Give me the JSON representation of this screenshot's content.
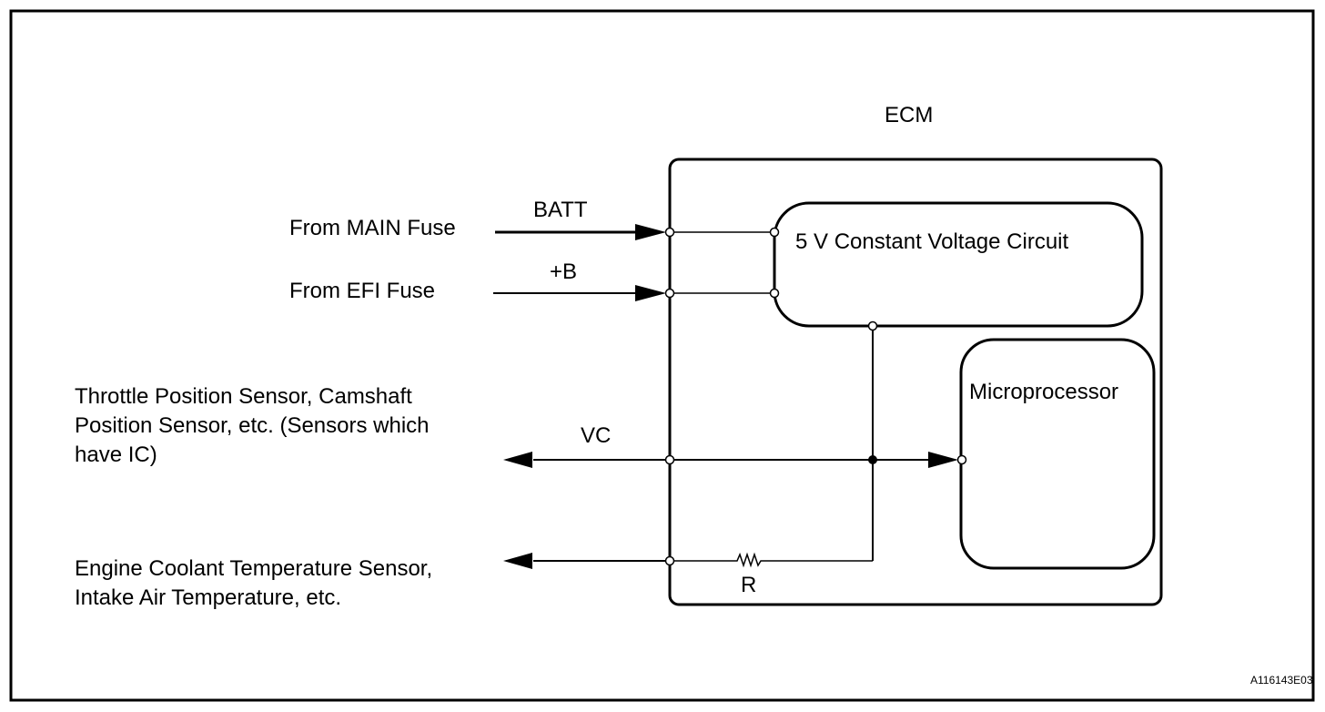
{
  "diagram": {
    "title_ecm": "ECM",
    "blocks": {
      "constant_voltage": "5 V Constant Voltage Circuit",
      "microprocessor": "Microprocessor"
    },
    "signals": {
      "batt": "BATT",
      "plus_b": "+B",
      "vc": "VC",
      "resistor": "R"
    },
    "inputs": {
      "main_fuse": "From MAIN Fuse",
      "efi_fuse": "From EFI Fuse"
    },
    "outputs": {
      "ic_sensors": [
        "Throttle Position Sensor, Camshaft",
        "Position Sensor, etc. (Sensors which",
        "have IC)"
      ],
      "temp_sensors": [
        "Engine Coolant Temperature Sensor,",
        "Intake Air Temperature, etc."
      ]
    },
    "figure_id": "A116143E03",
    "colors": {
      "line": "#000000",
      "background": "#ffffff"
    }
  }
}
